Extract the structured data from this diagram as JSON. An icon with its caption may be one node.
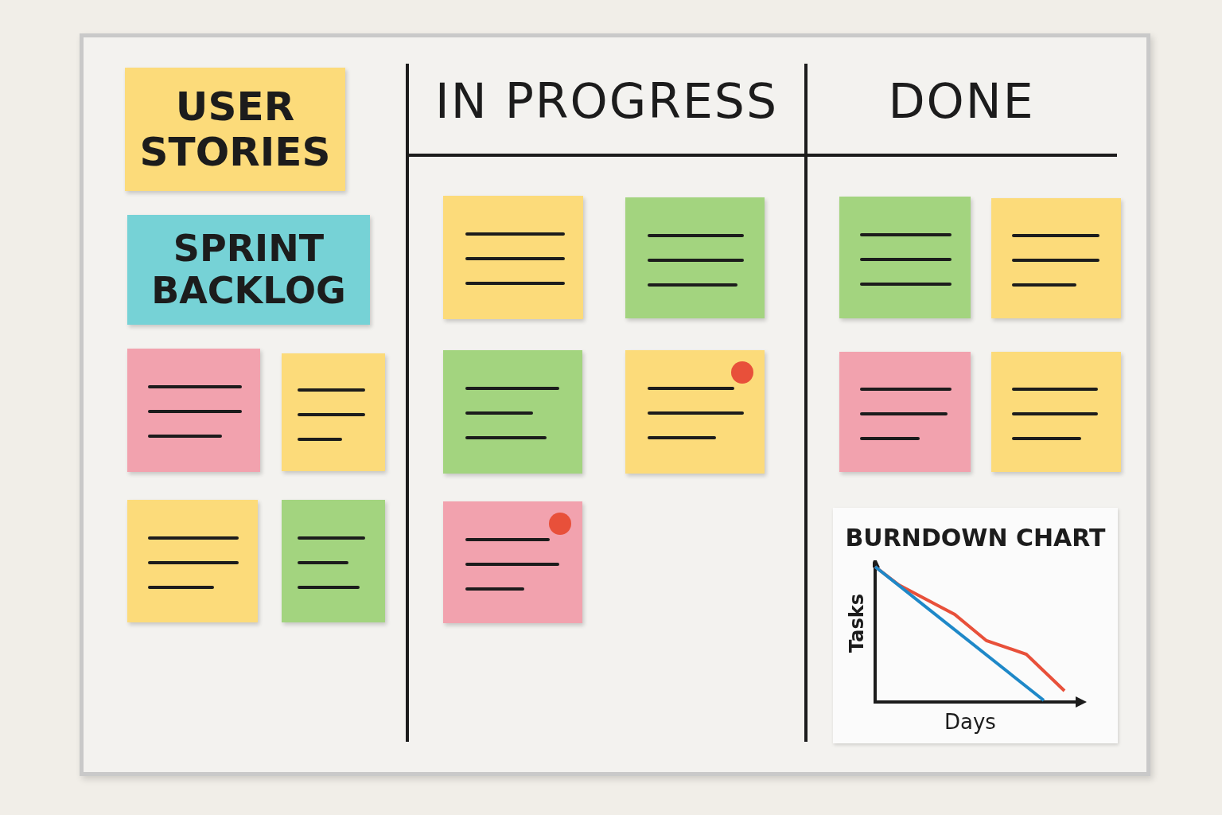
{
  "diagram": {
    "nodes": [
      {
        "text": [
          "USER STORIES"
        ]
      },
      {
        "text": [
          "SPRINT BACKLOG"
        ]
      },
      {
        "text": [],
        "shape": "box"
      },
      {
        "text": [],
        "shape": "box"
      },
      {
        "text": [],
        "shape": "box"
      },
      {
        "text": [],
        "shape": "box"
      },
      {
        "text": [],
        "shape": "box"
      },
      {
        "text": [],
        "shape": "box"
      },
      {
        "text": [],
        "shape": "box"
      },
      {
        "text": [],
        "shape": "box"
      },
      {
        "text": [],
        "shape": "box"
      },
      {
        "text": [],
        "shape": "box"
      },
      {
        "text": [],
        "shape": "box"
      },
      {
        "text": [],
        "shape": "box"
      },
      {
        "text": [],
        "shape": "box"
      },
      {
        "text": [
          "BURNDOWN CHART",
          "Tasks",
          "Days"
        ]
      }
    ],
    "edges": [],
    "labels": [
      "IN PROGRESS",
      "DONE"
    ]
  }
}
